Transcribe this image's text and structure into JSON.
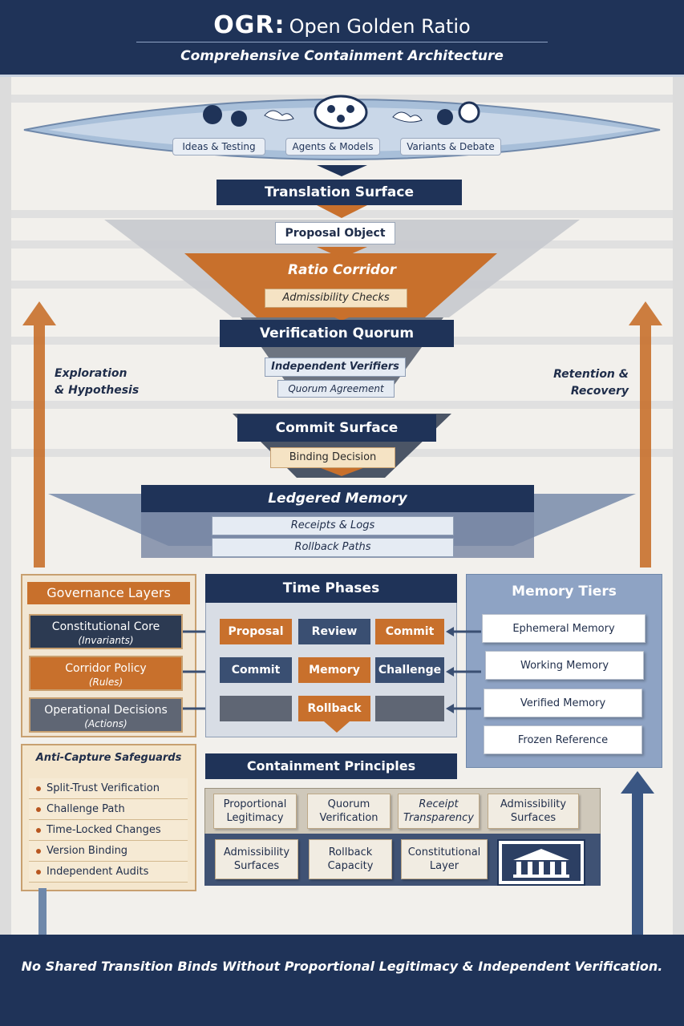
{
  "header": {
    "title_abbr": "OGR:",
    "title_rest": "Open Golden Ratio",
    "subtitle": "Comprehensive Containment Architecture"
  },
  "lens": {
    "pills": [
      "Ideas & Testing",
      "Agents & Models",
      "Variants & Debate"
    ]
  },
  "funnel": {
    "translation_surface": "Translation Surface",
    "proposal_object": "Proposal Object",
    "ratio_corridor": "Ratio Corridor",
    "admissibility_checks": "Admissibility Checks",
    "verification_quorum": "Verification Quorum",
    "independent_verifiers": "Independent Verifiers",
    "quorum_agreement": "Quorum Agreement",
    "commit_surface": "Commit Surface",
    "binding_decision": "Binding Decision",
    "ledgered_memory": "Ledgered Memory",
    "receipts_logs": "Receipts & Logs",
    "rollback_paths": "Rollback Paths"
  },
  "side": {
    "left_line1": "Exploration",
    "left_line2": "& Hypothesis",
    "right_line1": "Retention &",
    "right_line2": "Recovery"
  },
  "governance": {
    "title": "Governance Layers",
    "items": [
      {
        "label": "Constitutional Core",
        "sub": "(Invariants)"
      },
      {
        "label": "Corridor Policy",
        "sub": "(Rules)"
      },
      {
        "label": "Operational Decisions",
        "sub": "(Actions)"
      }
    ]
  },
  "phases": {
    "title": "Time Phases",
    "row1": [
      "Proposal",
      "Review",
      "Commit"
    ],
    "row2": [
      "Commit",
      "Memory",
      "Challenge"
    ],
    "row3": [
      "Rollback"
    ]
  },
  "memory": {
    "title": "Memory Tiers",
    "items": [
      "Ephemeral Memory",
      "Working Memory",
      "Verified Memory",
      "Frozen Reference"
    ]
  },
  "safeguards": {
    "title": "Anti-Capture Safeguards",
    "items": [
      "Split-Trust Verification",
      "Challenge Path",
      "Time-Locked Changes",
      "Version Binding",
      "Independent Audits"
    ]
  },
  "principles": {
    "title": "Containment Principles",
    "row1": [
      {
        "line1": "Proportional",
        "line2": "Legitimacy"
      },
      {
        "line1": "Quorum",
        "line2": "Verification"
      },
      {
        "line1": "Receipt",
        "line2": "Transparency"
      },
      {
        "line1": "Admissibility",
        "line2": "Surfaces"
      }
    ],
    "row2": [
      {
        "line1": "Admissibility",
        "line2": "Surfaces"
      },
      {
        "line1": "Rollback",
        "line2": "Capacity"
      },
      {
        "line1": "Constitutional",
        "line2": "Layer"
      }
    ]
  },
  "footer": {
    "text": "No Shared Transition Binds Without Proportional Legitimacy & Independent Verification."
  },
  "colors": {
    "navy": "#1f3358",
    "orange": "#c8702c",
    "cream": "#f5e3c4",
    "light_blue": "#e5ebf3"
  }
}
